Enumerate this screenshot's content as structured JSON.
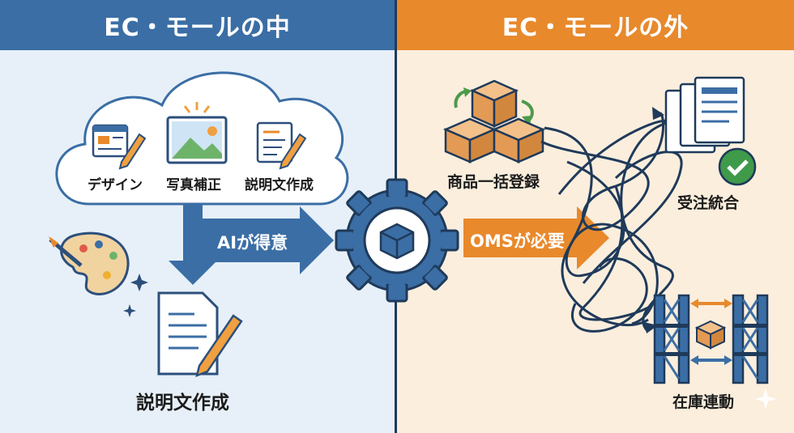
{
  "headers": {
    "left": "EC・モールの中",
    "right": "EC・モールの外"
  },
  "cloud_items": [
    "デザイン",
    "写真補正",
    "説明文作成"
  ],
  "left_arrow_label": "AIが得意",
  "left_bottom_label": "説明文作成",
  "right_arrow_label": "OMSが必要",
  "right_items": {
    "bulk_register": "商品一括登録",
    "order_integration": "受注統合",
    "inventory_sync": "在庫連動"
  },
  "colors": {
    "blue": "#3b6ea5",
    "orange": "#e8892c",
    "navy": "#1f3a5a"
  }
}
